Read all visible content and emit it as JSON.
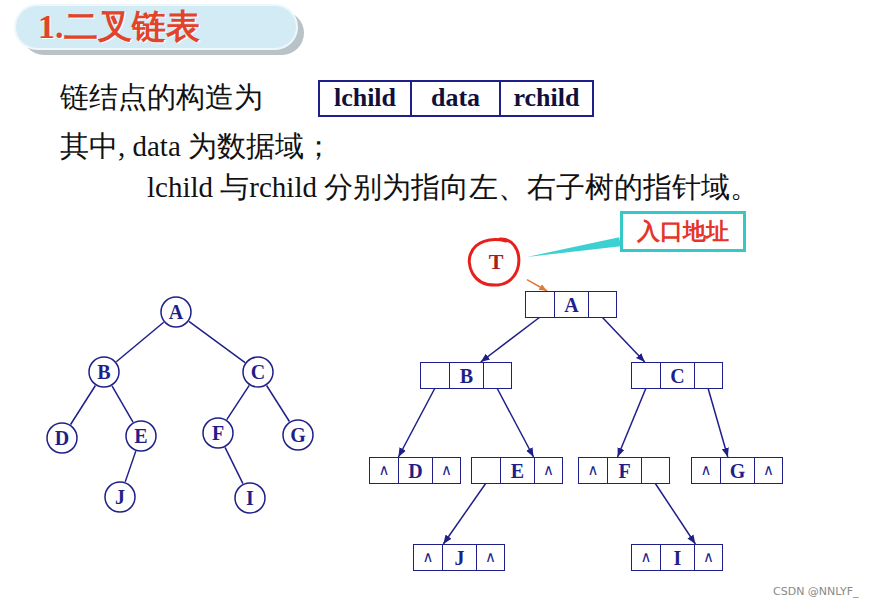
{
  "diagram": {
    "title": "1.二叉链表",
    "nodes": [
      {
        "text": [
          "lchild",
          "data",
          "rchild"
        ]
      },
      {
        "text": [
          "入口地址"
        ]
      },
      {
        "text": [
          "T"
        ]
      },
      {
        "text": [
          "A"
        ]
      },
      {
        "text": [
          "B"
        ]
      },
      {
        "text": [
          "C"
        ]
      },
      {
        "text": [
          "D"
        ]
      },
      {
        "text": [
          "E"
        ]
      },
      {
        "text": [
          "F"
        ]
      },
      {
        "text": [
          "G"
        ]
      },
      {
        "text": [
          "J"
        ]
      },
      {
        "text": [
          "I"
        ]
      },
      {
        "text": [
          "A"
        ]
      },
      {
        "text": [
          "B"
        ]
      },
      {
        "text": [
          "C"
        ]
      },
      {
        "text": [
          "∧",
          "D",
          "∧"
        ]
      },
      {
        "text": [
          "E",
          "∧"
        ]
      },
      {
        "text": [
          "∧",
          "F"
        ]
      },
      {
        "text": [
          "∧",
          "G",
          "∧"
        ]
      },
      {
        "text": [
          "∧",
          "J",
          "∧"
        ]
      },
      {
        "text": [
          "∧",
          "I",
          "∧"
        ]
      }
    ],
    "edges": [
      {
        "from": 1,
        "to": 2,
        "arrow": "none"
      },
      {
        "from": 2,
        "to": 12,
        "arrow": "to"
      },
      {
        "from": 3,
        "to": 4,
        "arrow": "none"
      },
      {
        "from": 3,
        "to": 5,
        "arrow": "none"
      },
      {
        "from": 4,
        "to": 6,
        "arrow": "none"
      },
      {
        "from": 4,
        "to": 7,
        "arrow": "none"
      },
      {
        "from": 5,
        "to": 8,
        "arrow": "none"
      },
      {
        "from": 5,
        "to": 9,
        "arrow": "none"
      },
      {
        "from": 7,
        "to": 10,
        "arrow": "none"
      },
      {
        "from": 8,
        "to": 11,
        "arrow": "none"
      },
      {
        "from": 12,
        "to": 13,
        "arrow": "to"
      },
      {
        "from": 12,
        "to": 14,
        "arrow": "to"
      },
      {
        "from": 13,
        "to": 15,
        "arrow": "to"
      },
      {
        "from": 13,
        "to": 16,
        "arrow": "to"
      },
      {
        "from": 14,
        "to": 17,
        "arrow": "to"
      },
      {
        "from": 14,
        "to": 18,
        "arrow": "to"
      },
      {
        "from": 16,
        "to": 19,
        "arrow": "to"
      },
      {
        "from": 17,
        "to": 20,
        "arrow": "to"
      }
    ],
    "labels": [
      "链结点的构造为",
      "其中, data 为数据域；",
      "lchild 与rchild 分别为指向左、右子树的指针域。",
      "CSDN @NNLYF_"
    ]
  }
}
